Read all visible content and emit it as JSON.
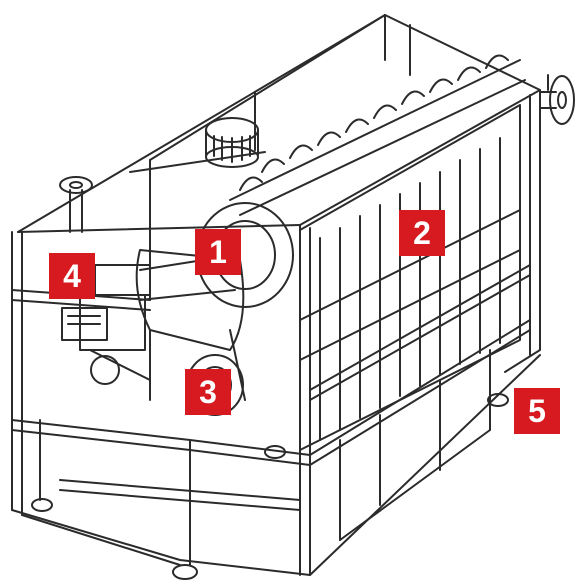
{
  "diagram": {
    "line_color": "#2b2b2b",
    "background_color": "#ffffff",
    "callout_color": "#d71920",
    "callout_text_color": "#ffffff",
    "callouts": [
      {
        "label": "1"
      },
      {
        "label": "2"
      },
      {
        "label": "3"
      },
      {
        "label": "4"
      },
      {
        "label": "5"
      }
    ]
  }
}
